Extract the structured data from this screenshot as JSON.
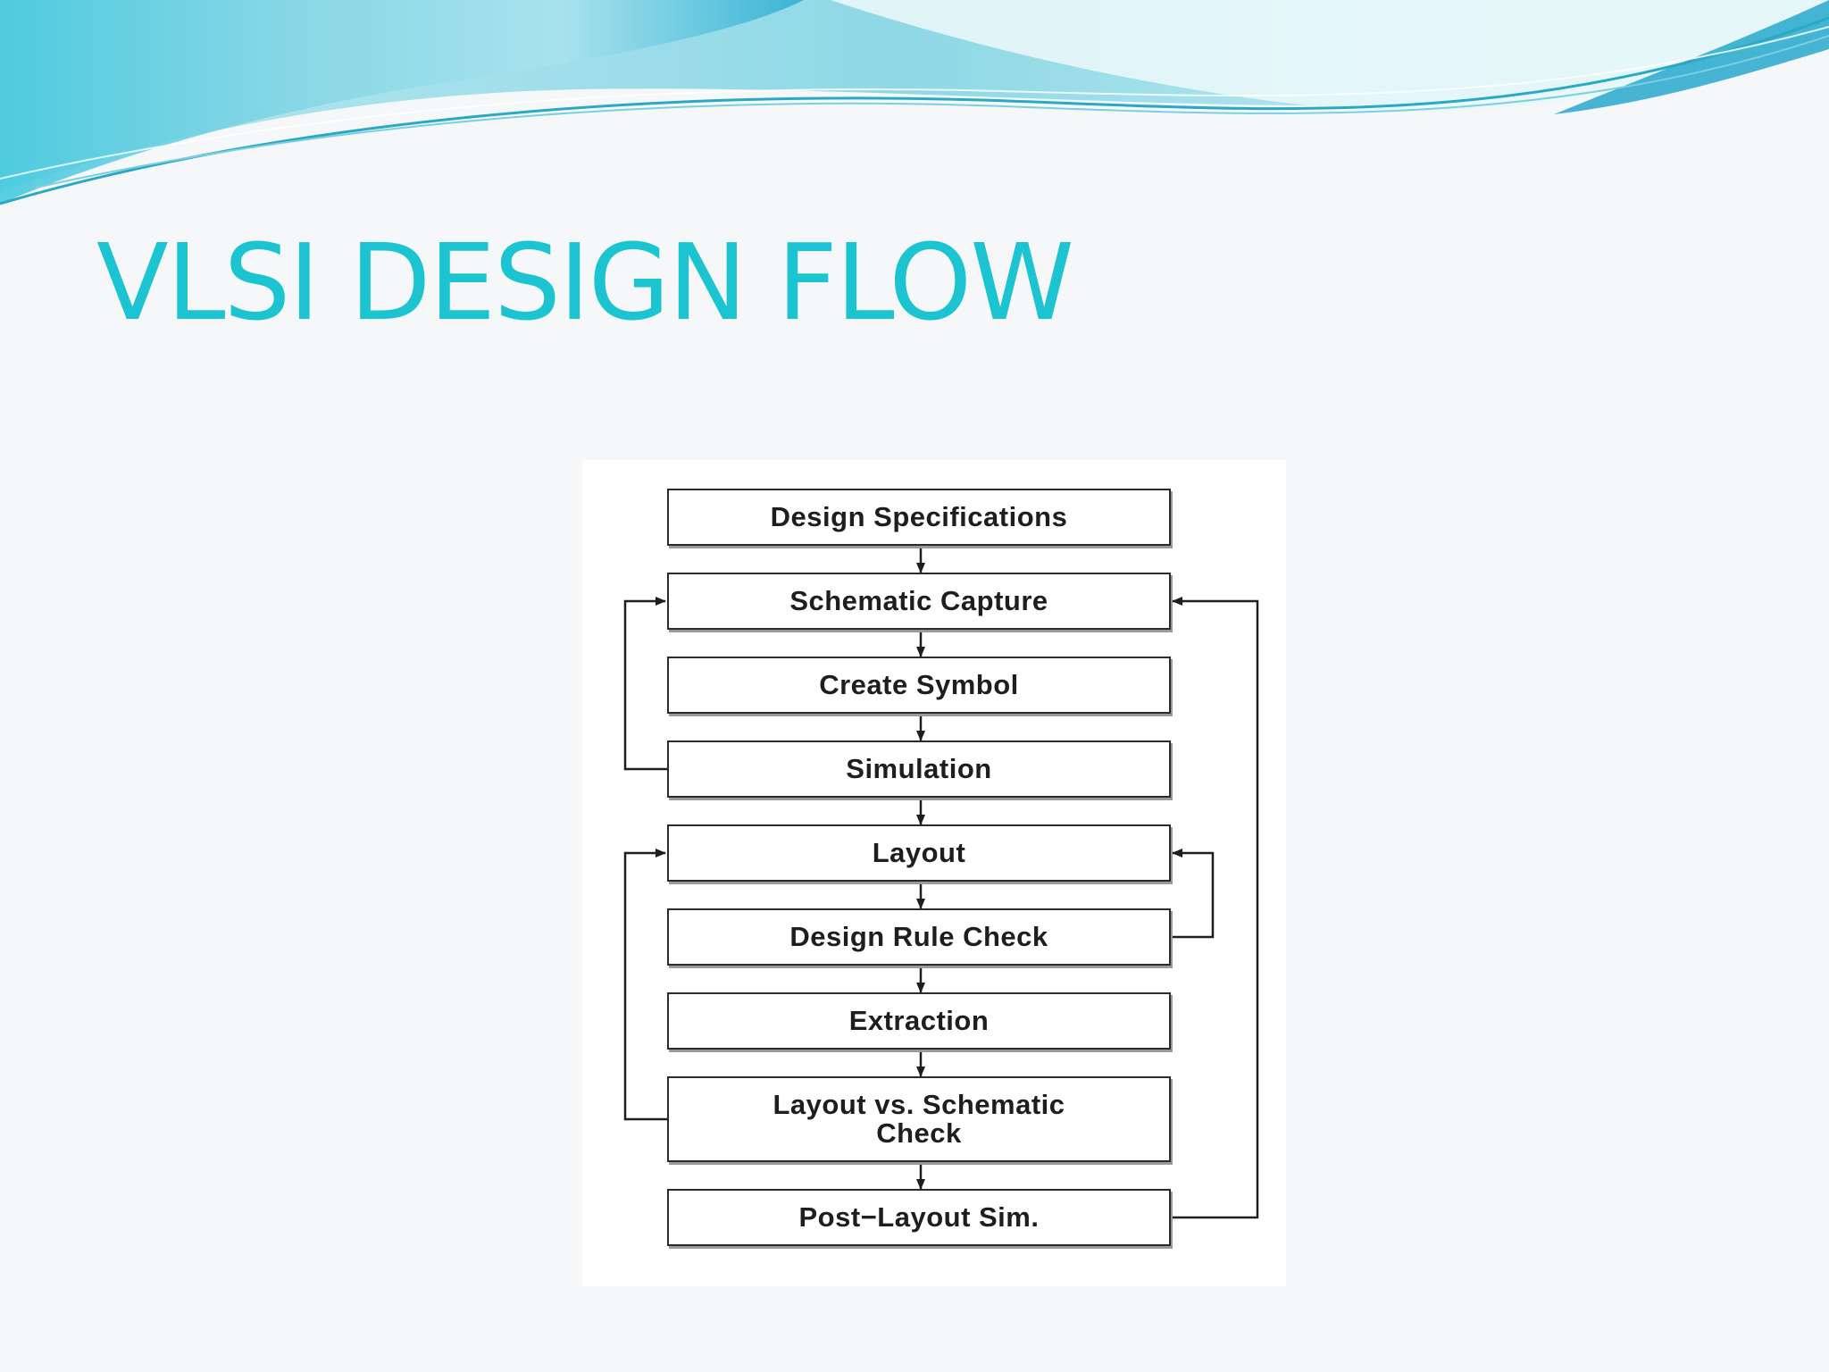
{
  "slide": {
    "title": "VLSI DESIGN FLOW"
  },
  "colors": {
    "title": "#1cc4d2",
    "wave_light": "#bfeef3",
    "wave_mid": "#6fd6e4",
    "wave_dark": "#2bb4cc",
    "box_border": "#2b2b2b"
  },
  "flow": {
    "steps": [
      "Design Specifications",
      "Schematic Capture",
      "Create Symbol",
      "Simulation",
      "Layout",
      "Design Rule Check",
      "Extraction",
      "Layout vs. Schematic Check",
      "Post−Layout Sim."
    ],
    "lvs_line1": "Layout vs. Schematic",
    "lvs_line2": "Check",
    "feedback_loops": [
      {
        "from": "Simulation",
        "to": "Schematic Capture",
        "side": "left"
      },
      {
        "from": "Layout vs. Schematic Check",
        "to": "Layout",
        "side": "left"
      },
      {
        "from": "Design Rule Check",
        "to": "Layout",
        "side": "right"
      },
      {
        "from": "Post−Layout Sim.",
        "to": "Schematic Capture",
        "side": "right"
      }
    ]
  }
}
